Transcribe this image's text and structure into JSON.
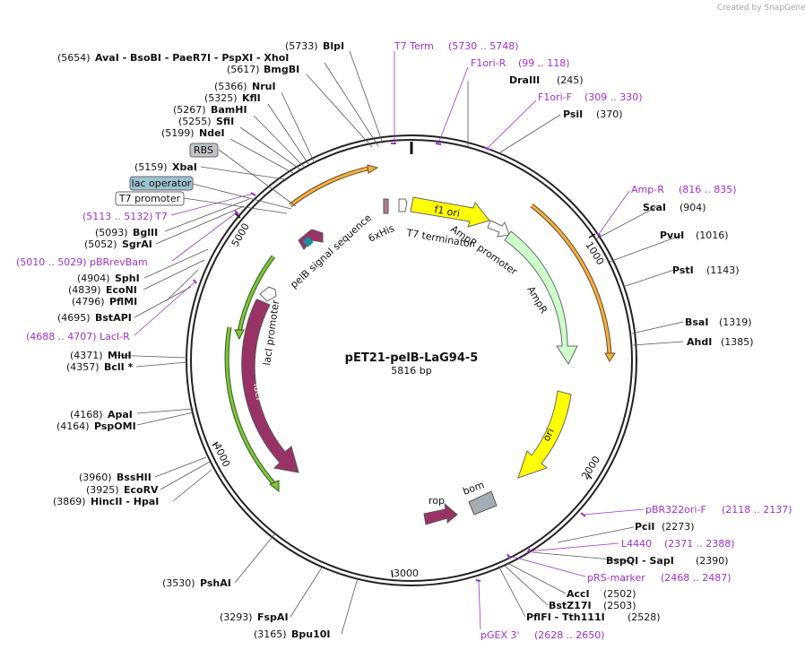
{
  "watermark": "Created by SnapGene",
  "plasmid": {
    "name": "pET21-pelB-LaG94-5",
    "length": "5816 bp"
  },
  "ticks": [
    "1000",
    "2000",
    "3000",
    "4000",
    "5000"
  ],
  "enzymes": [
    {
      "pos": "(5733)",
      "name": "BlpI"
    },
    {
      "pos": "(5654)",
      "name": "AvaI - BsoBI - PaeR7I - PspXI - XhoI"
    },
    {
      "pos": "(5617)",
      "name": "BmgBI"
    },
    {
      "pos": "(5366)",
      "name": "NruI"
    },
    {
      "pos": "(5325)",
      "name": "KflI"
    },
    {
      "pos": "(5267)",
      "name": "BamHI"
    },
    {
      "pos": "(5255)",
      "name": "SfiI"
    },
    {
      "pos": "(5199)",
      "name": "NdeI"
    },
    {
      "pos": "(5159)",
      "name": "XbaI"
    },
    {
      "pos": "(5093)",
      "name": "BglII"
    },
    {
      "pos": "(5052)",
      "name": "SgrAI"
    },
    {
      "pos": "(4904)",
      "name": "SphI"
    },
    {
      "pos": "(4839)",
      "name": "EcoNI"
    },
    {
      "pos": "(4796)",
      "name": "PflMI"
    },
    {
      "pos": "(4695)",
      "name": "BstAPI"
    },
    {
      "pos": "(4371)",
      "name": "MluI"
    },
    {
      "pos": "(4357)",
      "name": "BclI *"
    },
    {
      "pos": "(4168)",
      "name": "ApaI"
    },
    {
      "pos": "(4164)",
      "name": "PspOMI"
    },
    {
      "pos": "(3960)",
      "name": "BssHII"
    },
    {
      "pos": "(3925)",
      "name": "EcoRV"
    },
    {
      "pos": "(3869)",
      "name": "HincII - HpaI"
    },
    {
      "pos": "(3530)",
      "name": "PshAI"
    },
    {
      "pos": "(3293)",
      "name": "FspAI"
    },
    {
      "pos": "(3165)",
      "name": "Bpu10I"
    },
    {
      "pos": "(245)",
      "name": "DraIII"
    },
    {
      "pos": "(370)",
      "name": "PsiI"
    },
    {
      "pos": "(904)",
      "name": "ScaI"
    },
    {
      "pos": "(1016)",
      "name": "PvuI"
    },
    {
      "pos": "(1143)",
      "name": "PstI"
    },
    {
      "pos": "(1319)",
      "name": "BsaI"
    },
    {
      "pos": "(1385)",
      "name": "AhdI"
    },
    {
      "pos": "(2273)",
      "name": "PciI"
    },
    {
      "pos": "(2390)",
      "name": "BspQI - SapI"
    },
    {
      "pos": "(2502)",
      "name": "AccI"
    },
    {
      "pos": "(2503)",
      "name": "BstZ17I"
    },
    {
      "pos": "(2528)",
      "name": "PflFI - Tth111I"
    }
  ],
  "primers": [
    {
      "name": "T7 Term",
      "range": "(5730 .. 5748)"
    },
    {
      "name": "F1ori-R",
      "range": "(99 .. 118)"
    },
    {
      "name": "F1ori-F",
      "range": "(309 .. 330)"
    },
    {
      "name": "Amp-R",
      "range": "(816 .. 835)"
    },
    {
      "name": "pBR322ori-F",
      "range": "(2118 .. 2137)"
    },
    {
      "name": "L4440",
      "range": "(2371 .. 2388)"
    },
    {
      "name": "pRS-marker",
      "range": "(2468 .. 2487)"
    },
    {
      "name": "pGEX 3'",
      "range": "(2628 .. 2650)"
    },
    {
      "name": "T7",
      "range": "(5113 .. 5132)"
    },
    {
      "name": "pBRrevBam",
      "range": "(5010 .. 5029)"
    },
    {
      "name": "LacI-R",
      "range": "(4688 .. 4707)"
    }
  ],
  "boxed_features": [
    "RBS",
    "lac operator",
    "T7 promoter"
  ],
  "features": {
    "f1ori": "f1 ori",
    "ampr_promoter": "AmpR promoter",
    "ampr": "AmpR",
    "ori": "ori",
    "bom": "bom",
    "rop": "rop",
    "laci": "lacI",
    "laci_promoter": "lacI promoter",
    "pelb": "pelB signal sequence",
    "his": "6xHis",
    "t7term": "T7 terminator"
  },
  "colors": {
    "primer": "#9b30c8",
    "f1ori": "#ffff00",
    "ampr": "#ccffcc",
    "laci": "#993366",
    "bom": "#a6acb3",
    "orange_arc": "#f2b04a",
    "green_arc": "#82c341",
    "lac_operator_box": "#9dc3d1",
    "rbs_box": "#c0c4c8"
  }
}
